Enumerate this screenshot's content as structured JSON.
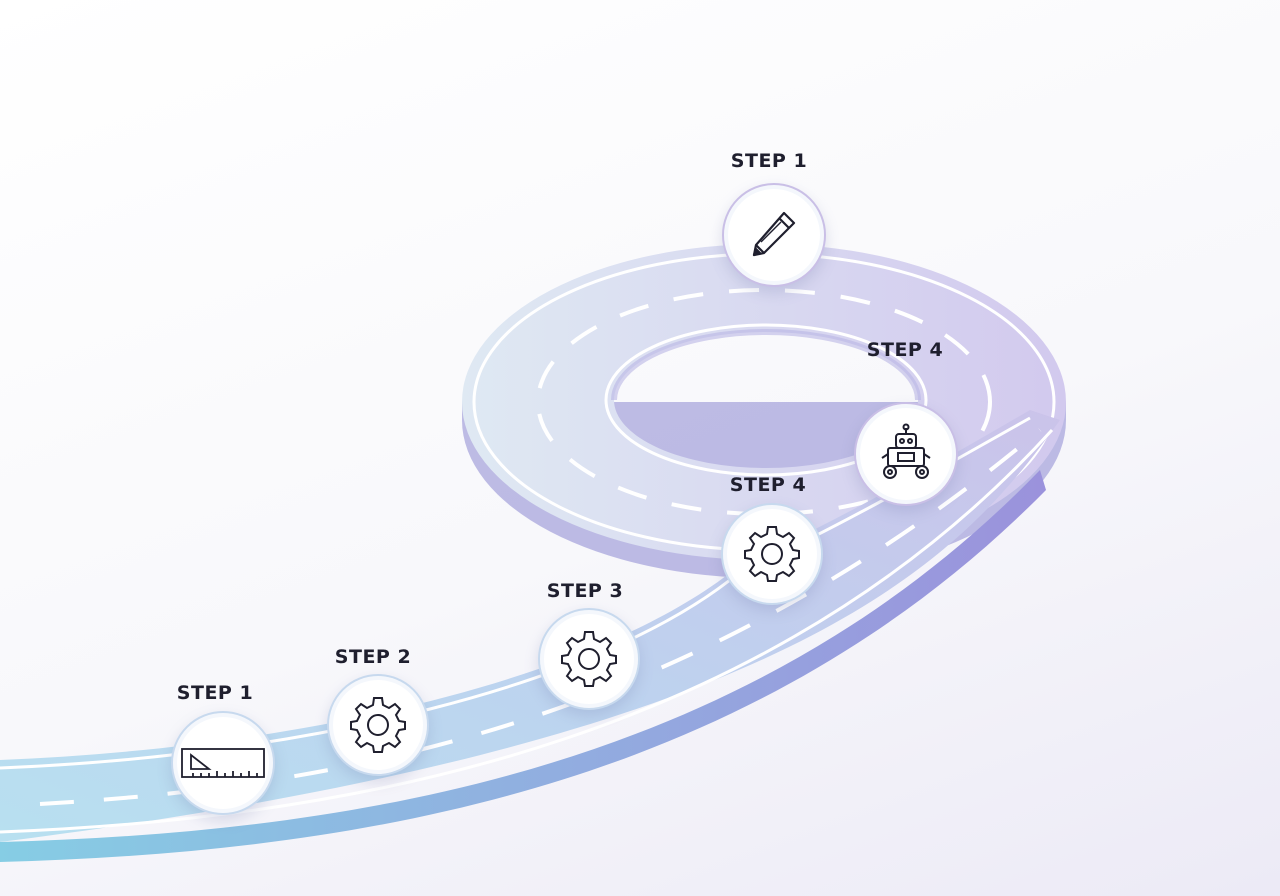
{
  "diagram": {
    "title": "",
    "steps": [
      {
        "id": "step-top",
        "label": "STEP 1",
        "icon": "pencil-icon"
      },
      {
        "id": "step-robot",
        "label": "STEP 4",
        "icon": "robot-icon"
      },
      {
        "id": "step-gear-4",
        "label": "STEP 4",
        "icon": "gear-icon"
      },
      {
        "id": "step-gear-3",
        "label": "STEP 3",
        "icon": "gear-icon"
      },
      {
        "id": "step-gear-2",
        "label": "STEP 2",
        "icon": "gear-icon"
      },
      {
        "id": "step-ruler",
        "label": "STEP 1",
        "icon": "ruler-icon"
      }
    ],
    "colors": {
      "road_start": "#b6dcef",
      "road_end": "#c9c2ea",
      "road_edge": "#8d93d6",
      "lane_marking": "#ffffff",
      "node_border": "#c7d9ee",
      "label_text": "#1f1f2e"
    }
  }
}
